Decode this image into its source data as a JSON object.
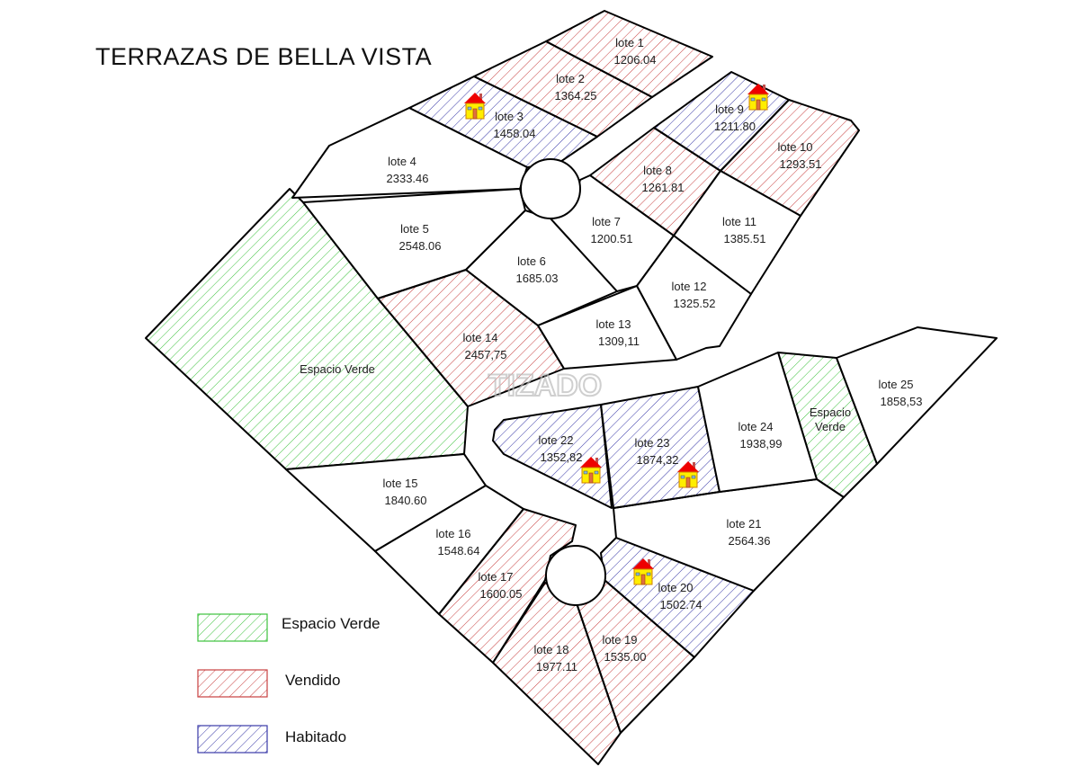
{
  "title": "TERRAZAS DE BELLA VISTA",
  "colors": {
    "espacio_verde": "#3cc23c",
    "vendido": "#c84040",
    "habitado": "#3a3aa8",
    "outline": "#000000"
  },
  "watermark_logo": "TIZADO",
  "lots": [
    {
      "name": "lote 1",
      "area": "1206.04",
      "status": "vendido"
    },
    {
      "name": "lote 2",
      "area": "1364.25",
      "status": "vendido"
    },
    {
      "name": "lote 3",
      "area": "1458.04",
      "status": "habitado"
    },
    {
      "name": "lote 4",
      "area": "2333.46",
      "status": "libre"
    },
    {
      "name": "lote 5",
      "area": "2548.06",
      "status": "libre"
    },
    {
      "name": "lote 6",
      "area": "1685.03",
      "status": "libre"
    },
    {
      "name": "lote 7",
      "area": "1200.51",
      "status": "libre"
    },
    {
      "name": "lote 8",
      "area": "1261.81",
      "status": "vendido"
    },
    {
      "name": "lote 9",
      "area": "1211.80",
      "status": "habitado"
    },
    {
      "name": "lote 10",
      "area": "1293.51",
      "status": "vendido"
    },
    {
      "name": "lote 11",
      "area": "1385.51",
      "status": "libre"
    },
    {
      "name": "lote 12",
      "area": "1325.52",
      "status": "libre"
    },
    {
      "name": "lote 13",
      "area": "1309,11",
      "status": "libre"
    },
    {
      "name": "lote 14",
      "area": "2457,75",
      "status": "vendido"
    },
    {
      "name": "lote 15",
      "area": "1840.60",
      "status": "libre"
    },
    {
      "name": "lote 16",
      "area": "1548.64",
      "status": "libre"
    },
    {
      "name": "lote 17",
      "area": "1600.05",
      "status": "vendido"
    },
    {
      "name": "lote 18",
      "area": "1977.11",
      "status": "vendido"
    },
    {
      "name": "lote 19",
      "area": "1535.00",
      "status": "vendido"
    },
    {
      "name": "lote 20",
      "area": "1502.74",
      "status": "habitado"
    },
    {
      "name": "lote 21",
      "area": "2564.36",
      "status": "libre"
    },
    {
      "name": "lote 22",
      "area": "1352,82",
      "status": "habitado"
    },
    {
      "name": "lote 23",
      "area": "1874,32",
      "status": "habitado"
    },
    {
      "name": "lote 24",
      "area": "1938,99",
      "status": "libre"
    },
    {
      "name": "lote 25",
      "area": "1858,53",
      "status": "libre"
    }
  ],
  "green_areas": [
    {
      "label": "Espacio Verde"
    },
    {
      "label": "Espacio Verde"
    }
  ],
  "legend": [
    {
      "label": "Espacio Verde",
      "status": "verde"
    },
    {
      "label": "Vendido",
      "status": "vendido"
    },
    {
      "label": "Habitado",
      "status": "habitado"
    }
  ]
}
